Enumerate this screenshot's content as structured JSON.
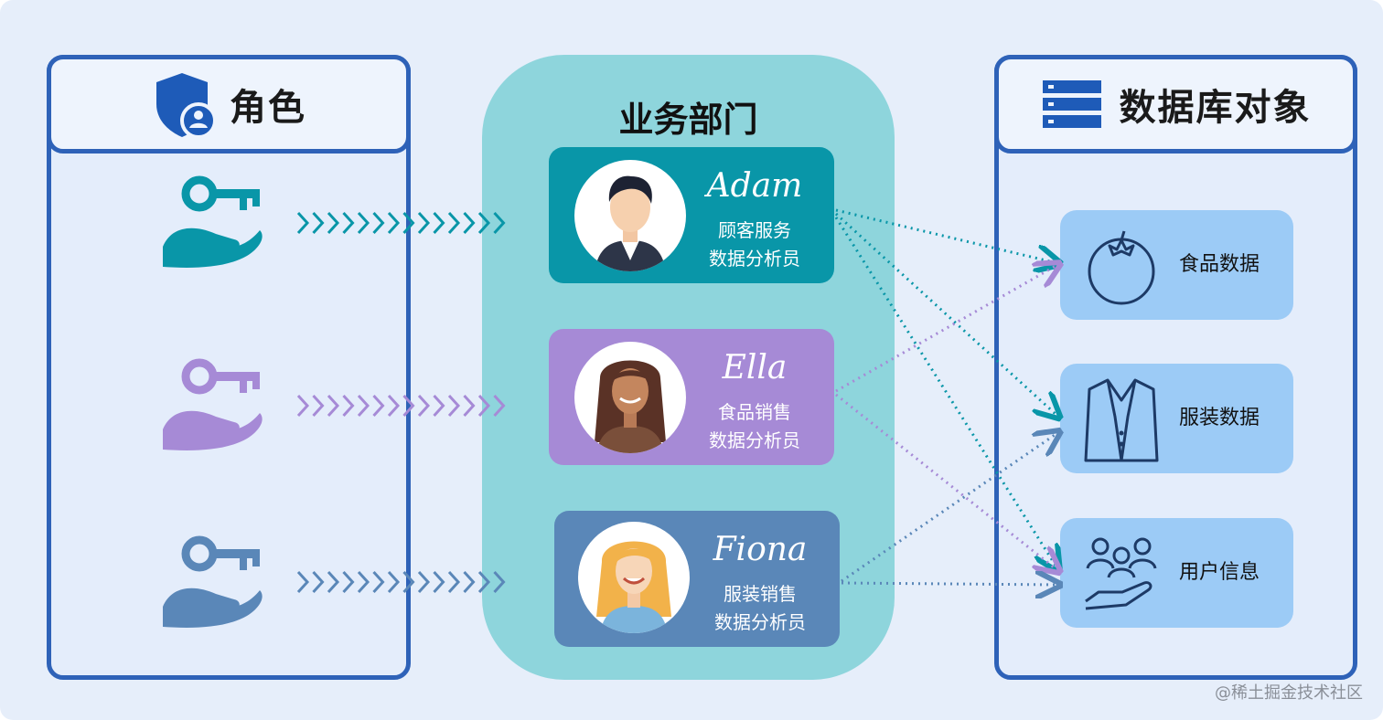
{
  "roles_panel": {
    "title": "角色"
  },
  "departments_panel": {
    "title": "业务部门",
    "people": [
      {
        "name": "Adam",
        "role_line1": "顾客服务",
        "role_line2": "数据分析员",
        "color": "#0996a8"
      },
      {
        "name": "Ella",
        "role_line1": "食品销售",
        "role_line2": "数据分析员",
        "color": "#a68ad6"
      },
      {
        "name": "Fiona",
        "role_line1": "服装销售",
        "role_line2": "数据分析员",
        "color": "#5a87b8"
      }
    ]
  },
  "objects_panel": {
    "title": "数据库对象",
    "items": [
      {
        "label": "食品数据",
        "icon": "tomato-icon"
      },
      {
        "label": "服装数据",
        "icon": "suit-jacket-icon"
      },
      {
        "label": "用户信息",
        "icon": "users-hand-icon"
      }
    ]
  },
  "colors": {
    "panel_border": "#2e62b8",
    "teal": "#0996a8",
    "purple": "#a68ad6",
    "steel_blue": "#5a87b8"
  },
  "watermark": "@稀土掘金技术社区"
}
